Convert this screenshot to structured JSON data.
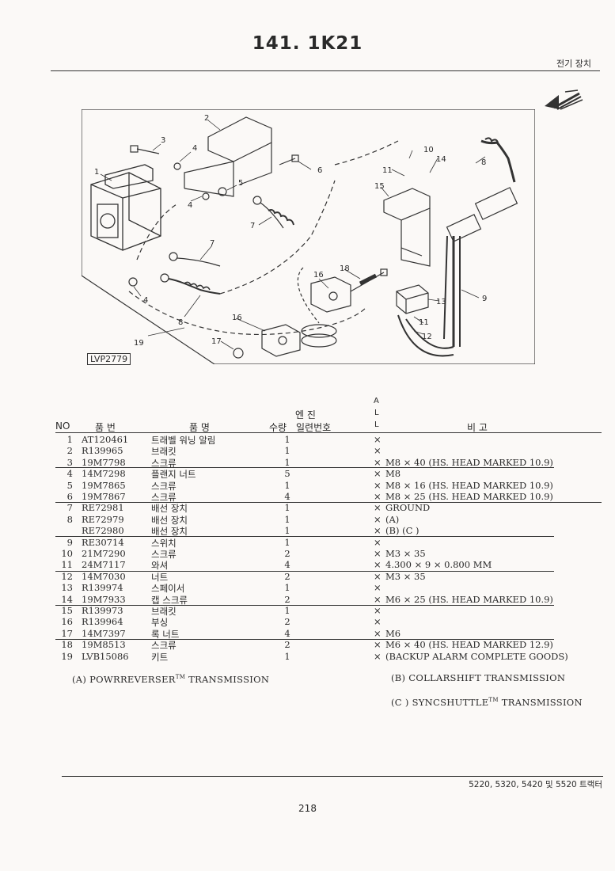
{
  "header": {
    "title": "141. 1K21",
    "section": "전기 장치"
  },
  "figure": {
    "code": "LVP2779",
    "callouts": [
      "1",
      "2",
      "3",
      "4",
      "4",
      "4",
      "5",
      "6",
      "7",
      "7",
      "8",
      "8",
      "9",
      "10",
      "11",
      "11",
      "12",
      "13",
      "14",
      "15",
      "16",
      "16",
      "17",
      "18",
      "19"
    ]
  },
  "table": {
    "headers": {
      "no": "NO",
      "part_no": "품  번",
      "name": "품    명",
      "qty": "수량",
      "engine_top": "엔  진",
      "engine_bottom": "일련번호",
      "all_a": "A",
      "all_l1": "L",
      "all_l2": "L",
      "remarks": "비        고"
    },
    "rows": [
      {
        "no": "1",
        "part": "AT120461",
        "name": "트래벨 워닝 알림",
        "qty": "1",
        "all": "×",
        "remark": ""
      },
      {
        "no": "2",
        "part": "R139965",
        "name": "브래킷",
        "qty": "1",
        "all": "×",
        "remark": ""
      },
      {
        "no": "3",
        "part": "19M7798",
        "name": "스크류",
        "qty": "1",
        "all": "×",
        "remark": "M8 × 40 (HS. HEAD MARKED 10.9)"
      },
      {
        "no": "4",
        "part": "14M7298",
        "name": "플랜지 너트",
        "qty": "5",
        "all": "×",
        "remark": "M8"
      },
      {
        "no": "5",
        "part": "19M7865",
        "name": "스크류",
        "qty": "1",
        "all": "×",
        "remark": "M8 × 16 (HS. HEAD MARKED 10.9)"
      },
      {
        "no": "6",
        "part": "19M7867",
        "name": "스크류",
        "qty": "4",
        "all": "×",
        "remark": "M8 × 25 (HS. HEAD MARKED 10.9)"
      },
      {
        "no": "7",
        "part": "RE72981",
        "name": "배선 장치",
        "qty": "1",
        "all": "×",
        "remark": "GROUND"
      },
      {
        "no": "8",
        "part": "RE72979",
        "name": "배선 장치",
        "qty": "1",
        "all": "×",
        "remark": "(A)"
      },
      {
        "no": "",
        "part": "RE72980",
        "name": "배선 장치",
        "qty": "1",
        "all": "×",
        "remark": "(B) (C )"
      },
      {
        "no": "9",
        "part": "RE30714",
        "name": "스위치",
        "qty": "1",
        "all": "×",
        "remark": ""
      },
      {
        "no": "10",
        "part": "21M7290",
        "name": "스크류",
        "qty": "2",
        "all": "×",
        "remark": "M3 × 35"
      },
      {
        "no": "11",
        "part": "24M7117",
        "name": "와셔",
        "qty": "4",
        "all": "×",
        "remark": "4.300 × 9 × 0.800 MM"
      },
      {
        "no": "12",
        "part": "14M7030",
        "name": "너트",
        "qty": "2",
        "all": "×",
        "remark": "M3 × 35"
      },
      {
        "no": "13",
        "part": "R139974",
        "name": "스페이서",
        "qty": "1",
        "all": "×",
        "remark": ""
      },
      {
        "no": "14",
        "part": "19M7933",
        "name": "캡 스크류",
        "qty": "2",
        "all": "×",
        "remark": "M6 × 25 (HS. HEAD MARKED 10.9)"
      },
      {
        "no": "15",
        "part": "R139973",
        "name": "브래킷",
        "qty": "1",
        "all": "×",
        "remark": ""
      },
      {
        "no": "16",
        "part": "R139964",
        "name": "부싱",
        "qty": "2",
        "all": "×",
        "remark": ""
      },
      {
        "no": "17",
        "part": "14M7397",
        "name": "록 너트",
        "qty": "4",
        "all": "×",
        "remark": "M6"
      },
      {
        "no": "18",
        "part": "19M8513",
        "name": "스크류",
        "qty": "2",
        "all": "×",
        "remark": "M6 × 40 (HS. HEAD MARKED 12.9)"
      },
      {
        "no": "19",
        "part": "LVB15086",
        "name": "키트",
        "qty": "1",
        "all": "×",
        "remark": "(BACKUP ALARM COMPLETE GOODS)"
      }
    ]
  },
  "notes": {
    "a_prefix": "(A) POWRREVERSER",
    "a_tm": "TM",
    "a_suffix": " TRANSMISSION",
    "b": "(B) COLLARSHIFT TRANSMISSION",
    "c_prefix": "(C ) SYNCSHUTTLE",
    "c_tm": "TM",
    "c_suffix": " TRANSMISSION"
  },
  "footer": {
    "models": "5220, 5320, 5420 및 5520 트랙터",
    "page": "218"
  },
  "colors": {
    "paper": "#fbf9f7",
    "ink": "#2a2a2a"
  }
}
